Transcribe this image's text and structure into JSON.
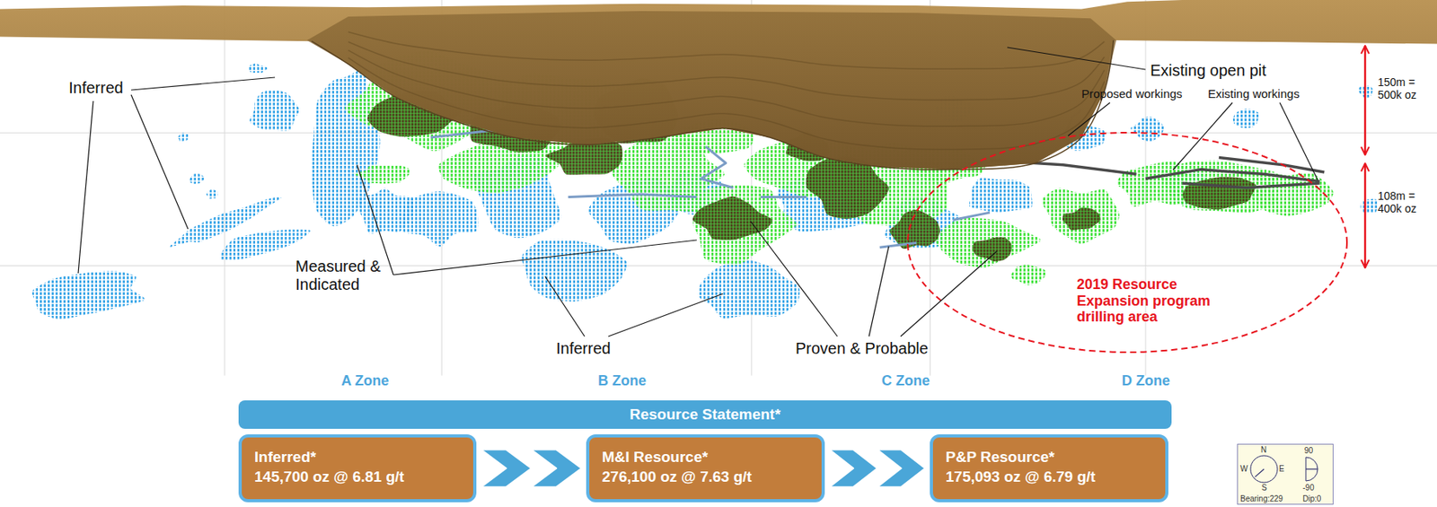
{
  "diagram": {
    "nodes": [
      {
        "text": [
          "Resource Statement*"
        ]
      },
      {
        "text": [
          "Inferred*",
          "145,700 oz @ 6.81 g/t"
        ]
      },
      {
        "text": [
          "M&I Resource*",
          "276,100 oz @ 7.63 g/t"
        ]
      },
      {
        "text": [
          "P&P Resource*",
          "175,093 oz @ 6.79 g/t"
        ]
      },
      {
        "text": [
          "N",
          "W",
          "E",
          "S",
          "90",
          "-90",
          "Bearing:229",
          "Dip:0"
        ]
      }
    ],
    "edges": [
      {
        "from": 1,
        "to": 2,
        "arrow": "to"
      },
      {
        "from": 2,
        "to": 3,
        "arrow": "to"
      }
    ],
    "labels": [
      "Inferred",
      "Existing open pit",
      "Proposed workings",
      "Existing workings",
      "150m = 500k oz",
      "108m = 400k oz",
      "Measured & Indicated",
      "2019 Resource Expansion program drilling area",
      "Inferred",
      "Proven & Probable",
      "A Zone",
      "B Zone",
      "C Zone",
      "D Zone"
    ]
  }
}
